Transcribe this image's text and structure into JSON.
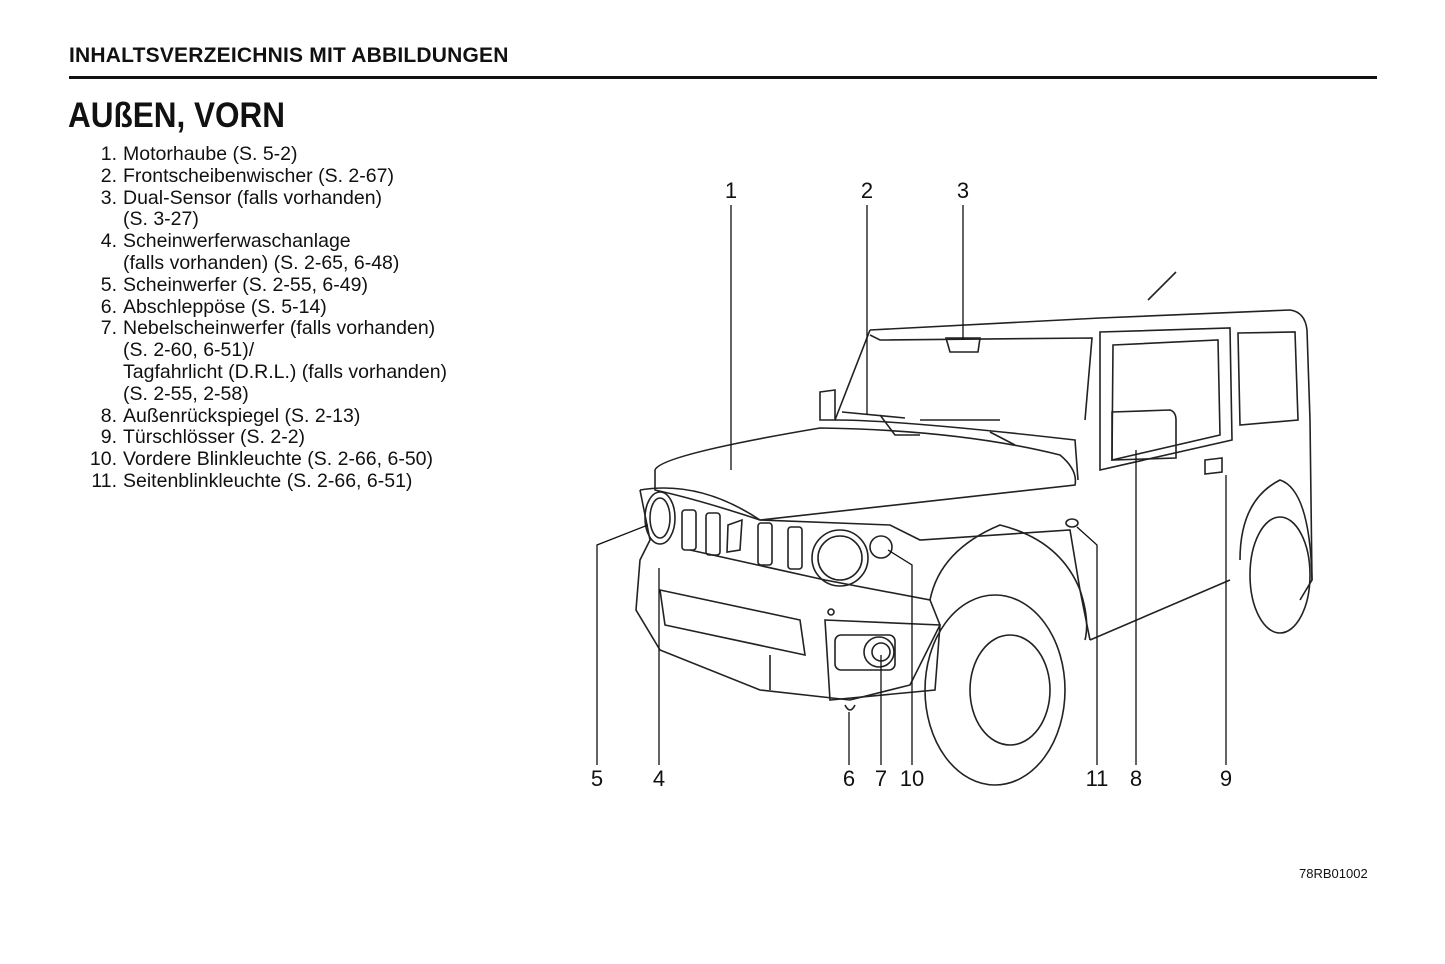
{
  "header": "INHALTSVERZEICHNIS MIT ABBILDUNGEN",
  "title": "AUßEN, VORN",
  "items": [
    {
      "num": "1.",
      "lines": [
        "Motorhaube (S. 5-2)"
      ]
    },
    {
      "num": "2.",
      "lines": [
        "Frontscheibenwischer (S. 2-67)"
      ]
    },
    {
      "num": "3.",
      "lines": [
        "Dual-Sensor (falls vorhanden)",
        "(S. 3-27)"
      ]
    },
    {
      "num": "4.",
      "lines": [
        "Scheinwerferwaschanlage",
        "(falls vorhanden) (S. 2-65, 6-48)"
      ]
    },
    {
      "num": "5.",
      "lines": [
        "Scheinwerfer (S. 2-55, 6-49)"
      ]
    },
    {
      "num": "6.",
      "lines": [
        "Abschleppöse (S. 5-14)"
      ]
    },
    {
      "num": "7.",
      "lines": [
        "Nebelscheinwerfer (falls vorhanden)",
        "(S. 2-60, 6-51)/",
        "Tagfahrlicht (D.R.L.) (falls vorhanden)",
        "(S. 2-55, 2-58)"
      ]
    },
    {
      "num": "8.",
      "lines": [
        "Außenrückspiegel (S. 2-13)"
      ]
    },
    {
      "num": "9.",
      "lines": [
        "Türschlösser (S. 2-2)"
      ]
    },
    {
      "num": "10.",
      "lines": [
        "Vordere Blinkleuchte (S. 2-66, 6-50)"
      ]
    },
    {
      "num": "11.",
      "lines": [
        "Seitenblinkleuchte (S. 2-66, 6-51)"
      ]
    }
  ],
  "figure": {
    "callouts": [
      "1",
      "2",
      "3",
      "4",
      "5",
      "6",
      "7",
      "8",
      "9",
      "10",
      "11"
    ],
    "reference": "78RB01002"
  }
}
